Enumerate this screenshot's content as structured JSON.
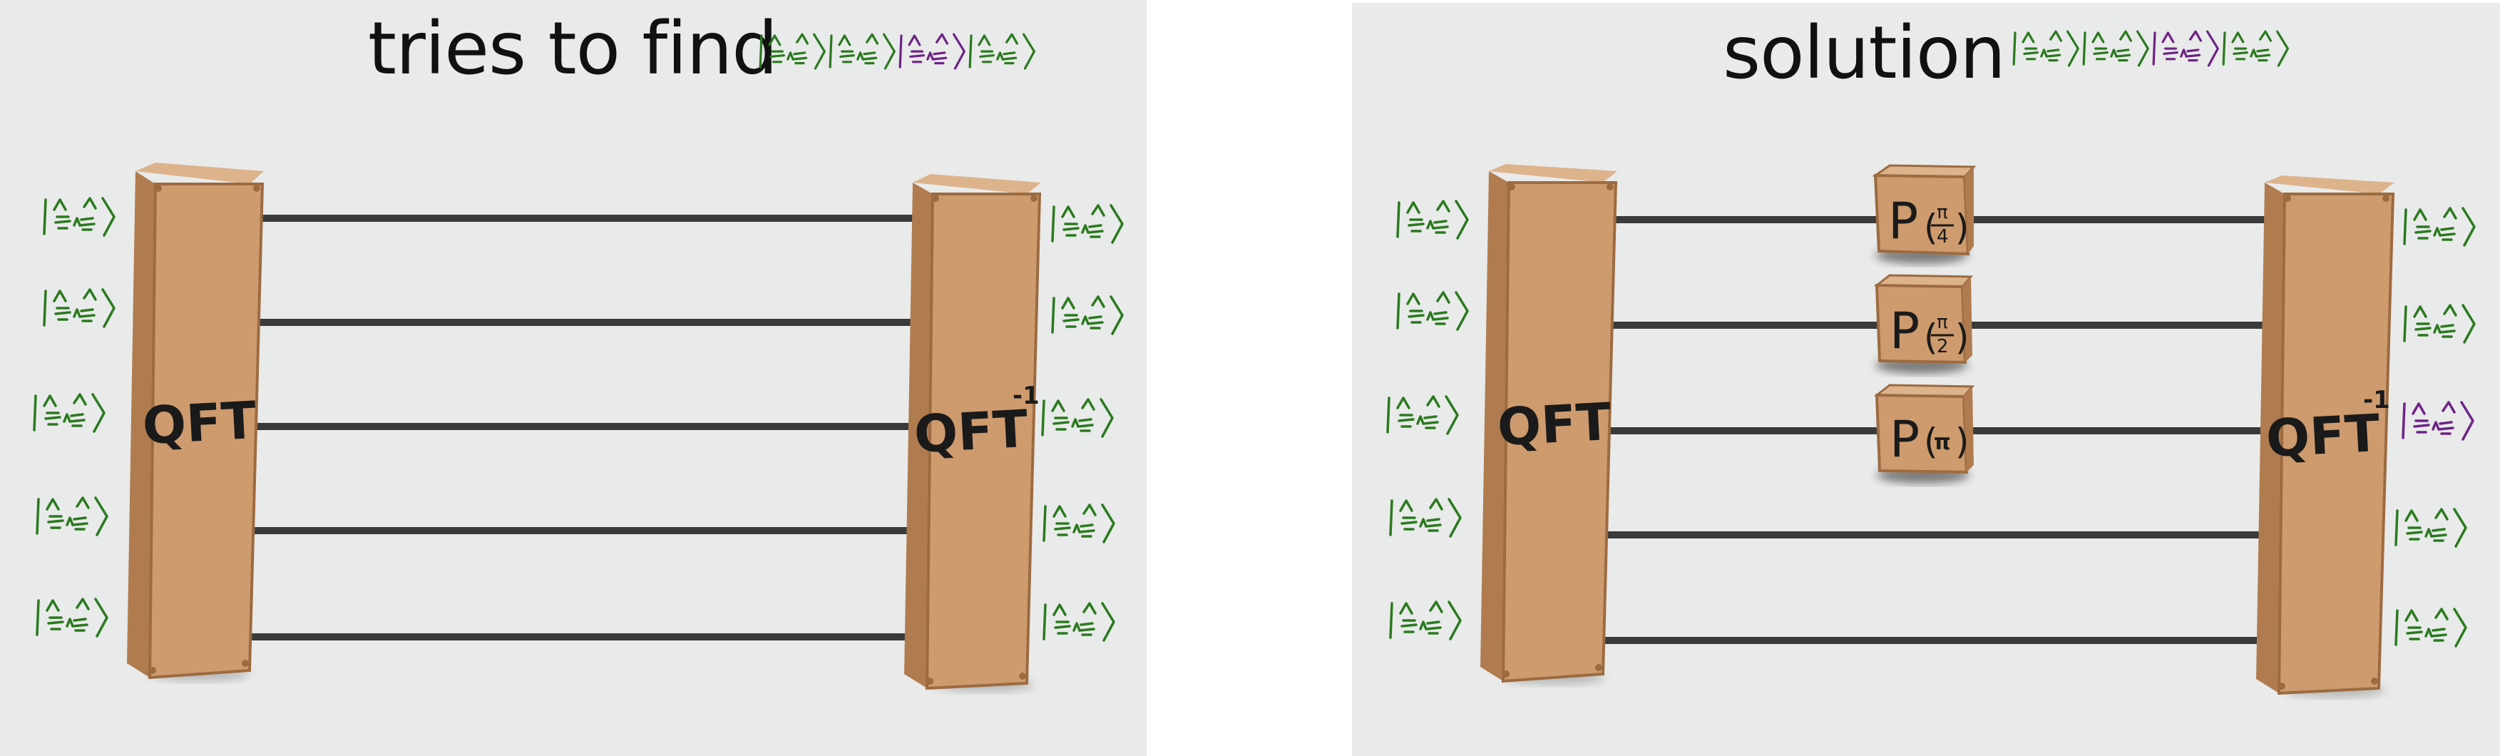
{
  "left_panel": {
    "title": "tries to find",
    "target_state": [
      "g",
      "g",
      "p",
      "g"
    ],
    "inputs": [
      "g",
      "g",
      "g",
      "g",
      "g"
    ],
    "outputs": [
      "g",
      "g",
      "g",
      "g",
      "g"
    ],
    "qft_label": "QFT",
    "iqft_label": "QFT",
    "iqft_sup": "-1"
  },
  "right_panel": {
    "title": "solution",
    "target_state": [
      "g",
      "g",
      "p",
      "g"
    ],
    "inputs": [
      "g",
      "g",
      "g",
      "g",
      "g"
    ],
    "outputs": [
      "g",
      "g",
      "p",
      "g",
      "g"
    ],
    "qft_label": "QFT",
    "iqft_label": "QFT",
    "iqft_sup": "-1",
    "phase_gates": [
      {
        "prefix": "P",
        "num": "π",
        "den": "4"
      },
      {
        "prefix": "P",
        "num": "π",
        "den": "2"
      },
      {
        "prefix": "P",
        "arg": "π"
      }
    ]
  },
  "colors": {
    "background": "#e9eaea",
    "wire": "#3a3a3a",
    "box_front": "#cd9b6e",
    "box_side": "#b07c4f",
    "box_top": "#ddb38c",
    "cat_green": "#2a7a1e",
    "cat_purple": "#6e2486"
  }
}
